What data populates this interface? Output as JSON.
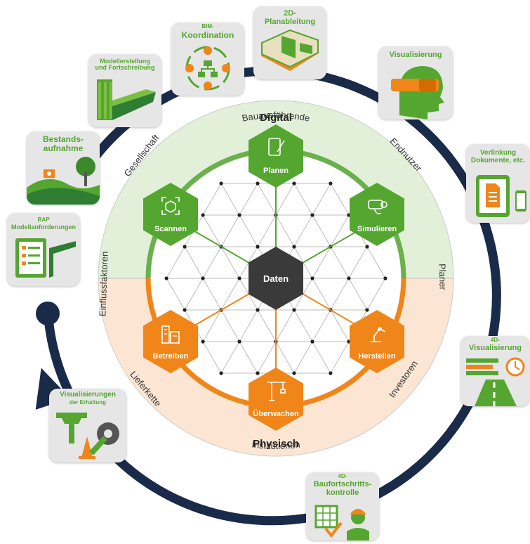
{
  "center": {
    "top_label": "Digital",
    "bottom_label": "Physisch",
    "core": "Daten",
    "hexes": {
      "planen": "Planen",
      "simulieren": "Simulieren",
      "herstellen": "Herstellen",
      "ueberwachen": "Überwachen",
      "betreiben": "Betreiben",
      "scannen": "Scannen"
    }
  },
  "ring_labels": {
    "top": "Bauausführende",
    "endnutzer": "Endnutzer",
    "planer": "Planer",
    "investoren": "Investoren",
    "bottom": "Institutionen",
    "lieferkette": "Lieferkette",
    "einfluss": "Einflussfaktoren",
    "gesellschaft": "Gesellschaft"
  },
  "cards": {
    "planableitung": {
      "title": "2D-\nPlanableitung"
    },
    "bim": {
      "small": "BIM-",
      "title": "Koordination"
    },
    "modellerstellung": {
      "title": "Modellerstellung\nund Fortschreibung"
    },
    "bestand": {
      "title": "Bestands-\naufnahme"
    },
    "bap": {
      "small": "BAP",
      "title": "Modellanforderungen"
    },
    "visualisierung": {
      "title": "Visualisierung"
    },
    "verlinkung": {
      "title": "Verlinkung\nDokumente, etc."
    },
    "vis4d": {
      "small": "4D-",
      "title": "Visualisierung"
    },
    "baufort": {
      "small": "4D-",
      "title": "Baufortschritts-\nkontrolle"
    },
    "erhaltung": {
      "title": "Visualisierungen",
      "small": "der Erhaltung"
    }
  },
  "colors": {
    "green": "#55a630",
    "orange": "#f08519",
    "navy": "#1a2b4a",
    "dark": "#3a3a3a",
    "bg_green": "#e2f0d9",
    "bg_orange": "#fce6d3"
  }
}
